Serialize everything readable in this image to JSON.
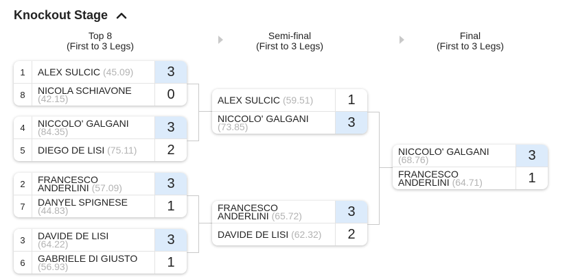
{
  "header": {
    "title": "Knockout Stage",
    "collapse_icon": "chevron-up-icon"
  },
  "rounds": [
    {
      "name": "Top 8",
      "format": "(First to 3 Legs)"
    },
    {
      "name": "Semi-final",
      "format": "(First to 3 Legs)"
    },
    {
      "name": "Final",
      "format": "(First to 3 Legs)"
    }
  ],
  "colors": {
    "winner_score_bg": "#dcebfb",
    "average": "#b3b3b3",
    "connector": "#c9c9c9"
  },
  "top8": [
    {
      "p1": {
        "seed": "1",
        "name": "ALEX SULCIC",
        "avg": "(45.09)",
        "score": "3"
      },
      "p2": {
        "seed": "8",
        "name": "NICOLA SCHIAVONE",
        "avg": "(42.15)",
        "score": "0"
      }
    },
    {
      "p1": {
        "seed": "4",
        "name": "NICCOLO' GALGANI",
        "avg": "(84.35)",
        "score": "3"
      },
      "p2": {
        "seed": "5",
        "name": "DIEGO DE LISI",
        "avg": "(75.11)",
        "score": "2"
      }
    },
    {
      "p1": {
        "seed": "2",
        "name": "FRANCESCO ANDERLINI",
        "avg": "(57.09)",
        "score": "3"
      },
      "p2": {
        "seed": "7",
        "name": "DANYEL SPIGNESE",
        "avg": "(44.83)",
        "score": "1"
      }
    },
    {
      "p1": {
        "seed": "3",
        "name": "DAVIDE DE LISI",
        "avg": "(64.22)",
        "score": "3"
      },
      "p2": {
        "seed": "6",
        "name": "GABRIELE DI GIUSTO",
        "avg": "(56.93)",
        "score": "1"
      }
    }
  ],
  "semis": [
    {
      "p1": {
        "name": "ALEX SULCIC",
        "avg": "(59.51)",
        "score": "1"
      },
      "p2": {
        "name": "NICCOLO' GALGANI",
        "avg": "(73.85)",
        "score": "3"
      }
    },
    {
      "p1": {
        "name": "FRANCESCO ANDERLINI",
        "avg": "(65.72)",
        "score": "3"
      },
      "p2": {
        "name": "DAVIDE DE LISI",
        "avg": "(62.32)",
        "score": "2"
      }
    }
  ],
  "final": {
    "p1": {
      "name": "NICCOLO' GALGANI",
      "avg": "(68.76)",
      "score": "3"
    },
    "p2": {
      "name": "FRANCESCO ANDERLINI",
      "avg": "(64.71)",
      "score": "1"
    }
  }
}
